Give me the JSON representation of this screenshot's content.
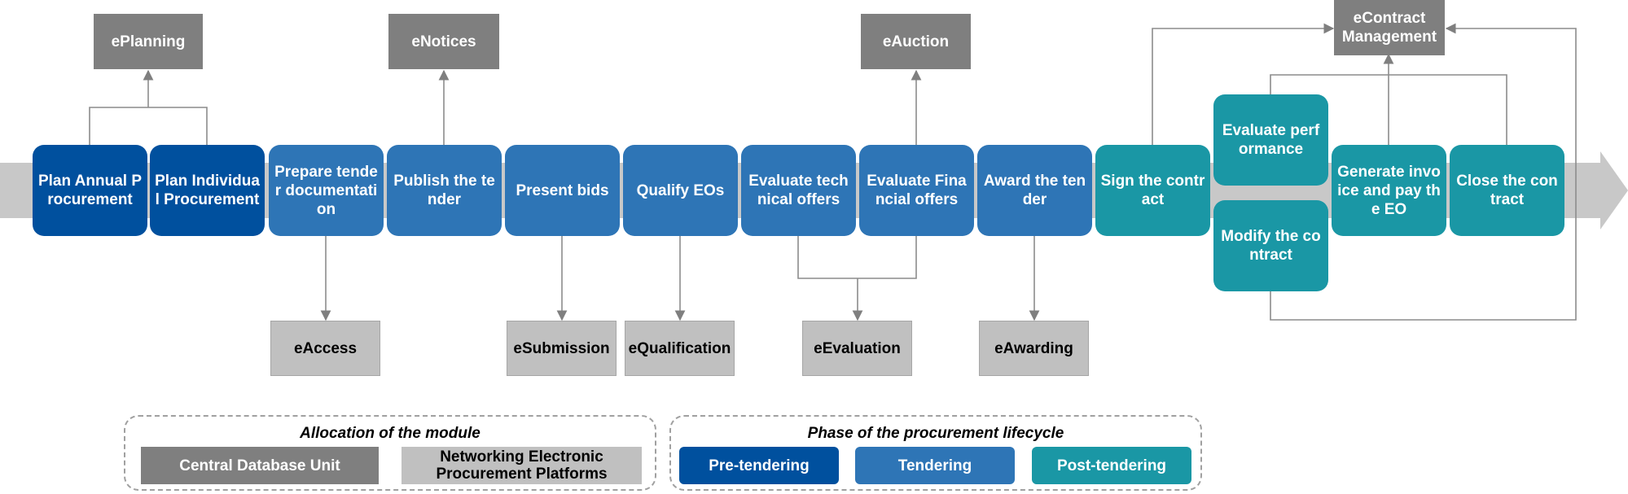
{
  "steps": {
    "plan_annual": "Plan Annual Procurement",
    "plan_individual": "Plan Individual Procurement",
    "prepare_docs": "Prepare tender documentation",
    "publish_tender": "Publish the tender",
    "present_bids": "Present bids",
    "qualify_eos": "Qualify EOs",
    "eval_technical": "Evaluate technical offers",
    "eval_financial": "Evaluate Financial offers",
    "award_tender": "Award the tender",
    "sign_contract": "Sign the contract",
    "eval_performance": "Evaluate performance",
    "modify_contract": "Modify the contract",
    "generate_invoice": "Generate invoice and pay the EO",
    "close_contract": "Close the contract"
  },
  "modules": {
    "eplanning": "ePlanning",
    "enotices": "eNotices",
    "eauction": "eAuction",
    "econtract": "eContract Management",
    "eaccess": "eAccess",
    "esubmission": "eSubmission",
    "equalification": "eQualification",
    "eevaluation": "eEvaluation",
    "eawarding": "eAwarding"
  },
  "legend_allocation": {
    "title": "Allocation of the module",
    "central": "Central  Database Unit",
    "networking": "Networking Electronic Procurement Platforms"
  },
  "legend_phase": {
    "title": "Phase of the procurement lifecycle",
    "pre": "Pre-tendering",
    "tendering": "Tendering",
    "post": "Post-tendering"
  },
  "colors": {
    "pre_tendering": "#00509e",
    "tendering": "#2e75b6",
    "post_tendering": "#1a97a5",
    "central_unit": "#7f7f7f",
    "networking_platforms": "#c0c0c0",
    "timeline_arrow": "#c8c8c8"
  }
}
